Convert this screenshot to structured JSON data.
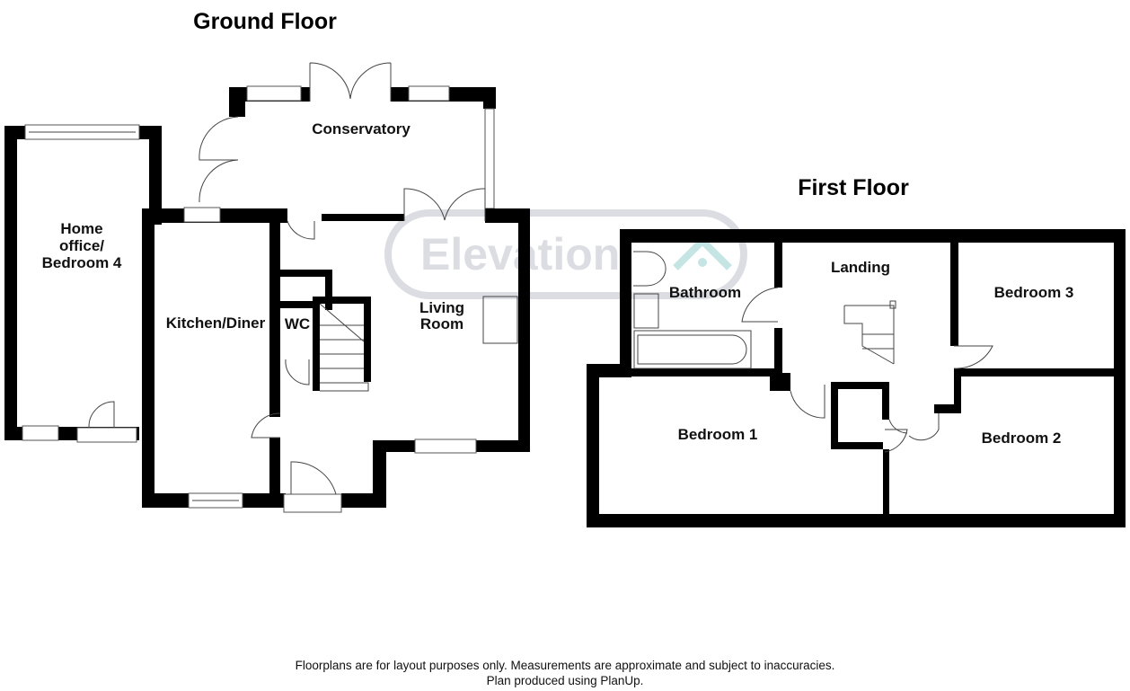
{
  "ground_floor": {
    "title": "Ground Floor",
    "rooms": {
      "home_office_line1": "Home",
      "home_office_line2": "office/",
      "home_office_line3": "Bedroom 4",
      "conservatory": "Conservatory",
      "kitchen": "Kitchen/Diner",
      "wc": "WC",
      "living_line1": "Living",
      "living_line2": "Room"
    }
  },
  "first_floor": {
    "title": "First Floor",
    "rooms": {
      "bathroom": "Bathroom",
      "landing": "Landing",
      "bedroom3": "Bedroom 3",
      "bedroom1": "Bedroom 1",
      "bedroom2": "Bedroom 2"
    }
  },
  "watermark": "Elevation",
  "colors": {
    "walls": "#000000",
    "watermark": "#d8dadf",
    "watermark_accent": "#bfe3e3"
  },
  "footer": {
    "line1": "Floorplans are for layout purposes only. Measurements are approximate and subject to inaccuracies.",
    "line2": "Plan produced using PlanUp."
  }
}
